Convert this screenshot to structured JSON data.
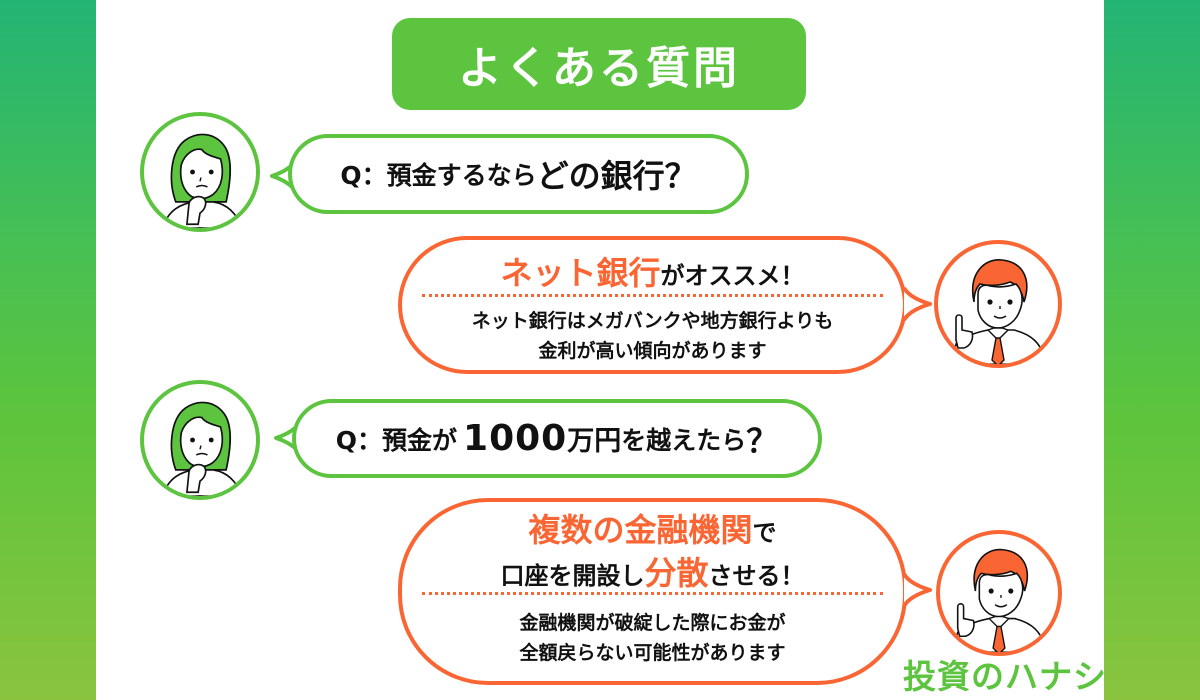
{
  "colors": {
    "green": "#5cc43e",
    "orange": "#fa6633",
    "sidebar_top": "#23b474",
    "sidebar_bottom": "#8ac43f",
    "text": "#111111"
  },
  "header": {
    "title": "よくある質問"
  },
  "faq": [
    {
      "question": {
        "avatar_icon": "woman-thinking-icon",
        "prefix": "Q：",
        "text_normal": "預金するなら",
        "text_emphasis": "どの銀行？"
      },
      "answer": {
        "avatar_icon": "man-pointing-icon",
        "headline_highlight": "ネット銀行",
        "headline_rest": "がオススメ！",
        "body_lines": [
          "ネット銀行はメガバンクや地方銀行よりも",
          "金利が高い傾向があります"
        ]
      }
    },
    {
      "question": {
        "avatar_icon": "woman-thinking-icon",
        "prefix": "Q：",
        "text_normal": "預金が",
        "text_number": "1000",
        "text_emphasis": "万円",
        "text_suffix": "を越えたら",
        "text_end": "？"
      },
      "answer": {
        "avatar_icon": "man-pointing-icon",
        "headline_line1_highlight": "複数の金融機関",
        "headline_line1_rest": "で",
        "headline_line2_start": "口座を開設し",
        "headline_line2_highlight": "分散",
        "headline_line2_rest": "させる！",
        "body_lines": [
          "金融機関が破綻した際にお金が",
          "全額戻らない可能性があります"
        ]
      }
    }
  ],
  "brand": {
    "label": "投資のハナシ"
  }
}
